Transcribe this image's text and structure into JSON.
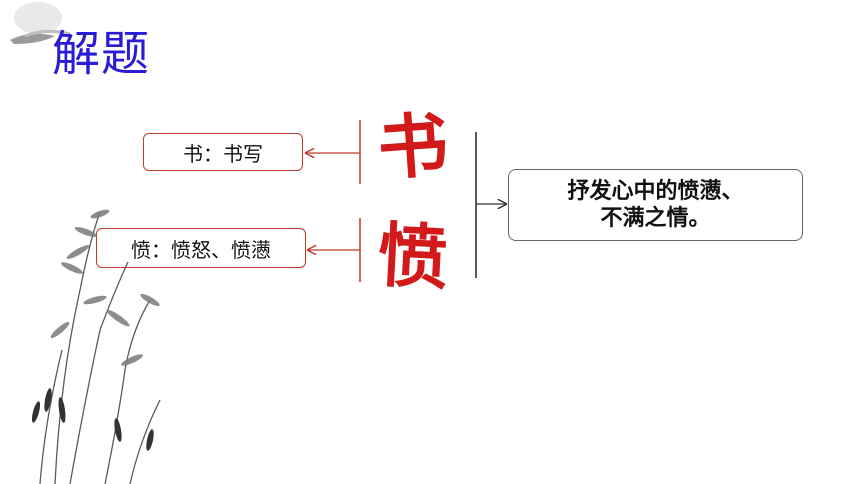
{
  "title": "解题",
  "left_boxes": [
    {
      "label": "书：书写"
    },
    {
      "label": "愤：愤怒、愤懑"
    }
  ],
  "big_chars": [
    "书",
    "愤"
  ],
  "result": {
    "line1": "抒发心中的愤懑、",
    "line2": "不满之情。"
  },
  "colors": {
    "title": "#2a1bd6",
    "accent_red": "#d31a1a",
    "box_border": "#c0392b"
  }
}
